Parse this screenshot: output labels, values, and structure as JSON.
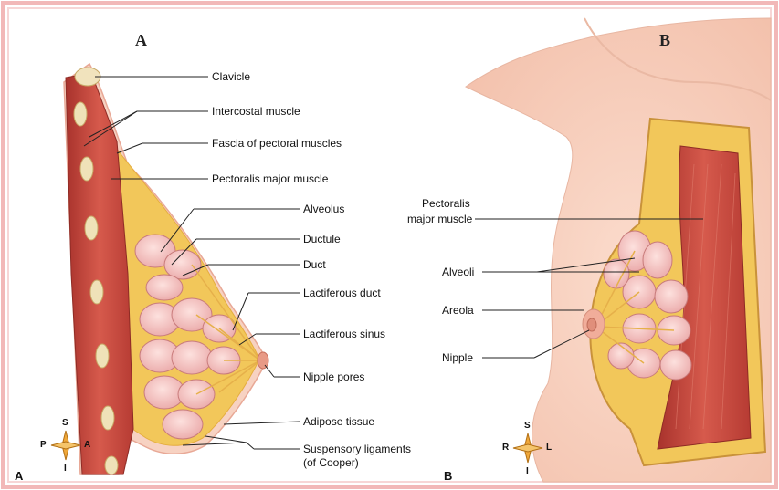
{
  "panels": {
    "a": {
      "title": "A",
      "corner": "A",
      "labels": {
        "clavicle": "Clavicle",
        "intercostal": "Intercostal muscle",
        "fascia": "Fascia of pectoral muscles",
        "pectoralis": "Pectoralis major muscle",
        "alveolus": "Alveolus",
        "ductule": "Ductule",
        "duct": "Duct",
        "lactiferous_duct": "Lactiferous duct",
        "lactiferous_sinus": "Lactiferous sinus",
        "nipple_pores": "Nipple pores",
        "adipose": "Adipose tissue",
        "suspensory_1": "Suspensory ligaments",
        "suspensory_2": "(of Cooper)"
      },
      "compass": {
        "n": "S",
        "w": "P",
        "e": "A",
        "s": "I"
      }
    },
    "b": {
      "title": "B",
      "corner": "B",
      "labels": {
        "pectoralis_1": "Pectoralis",
        "pectoralis_2": "major muscle",
        "alveoli": "Alveoli",
        "areola": "Areola",
        "nipple": "Nipple"
      },
      "compass": {
        "n": "S",
        "w": "R",
        "e": "L",
        "s": "I"
      }
    }
  },
  "colors": {
    "border": "#f2b8b8",
    "skin": "#f9d3c3",
    "muscle": "#c9433a",
    "fat": "#f2c75a",
    "lobule": "#f6c8c8",
    "compass": "#f0a83a"
  }
}
